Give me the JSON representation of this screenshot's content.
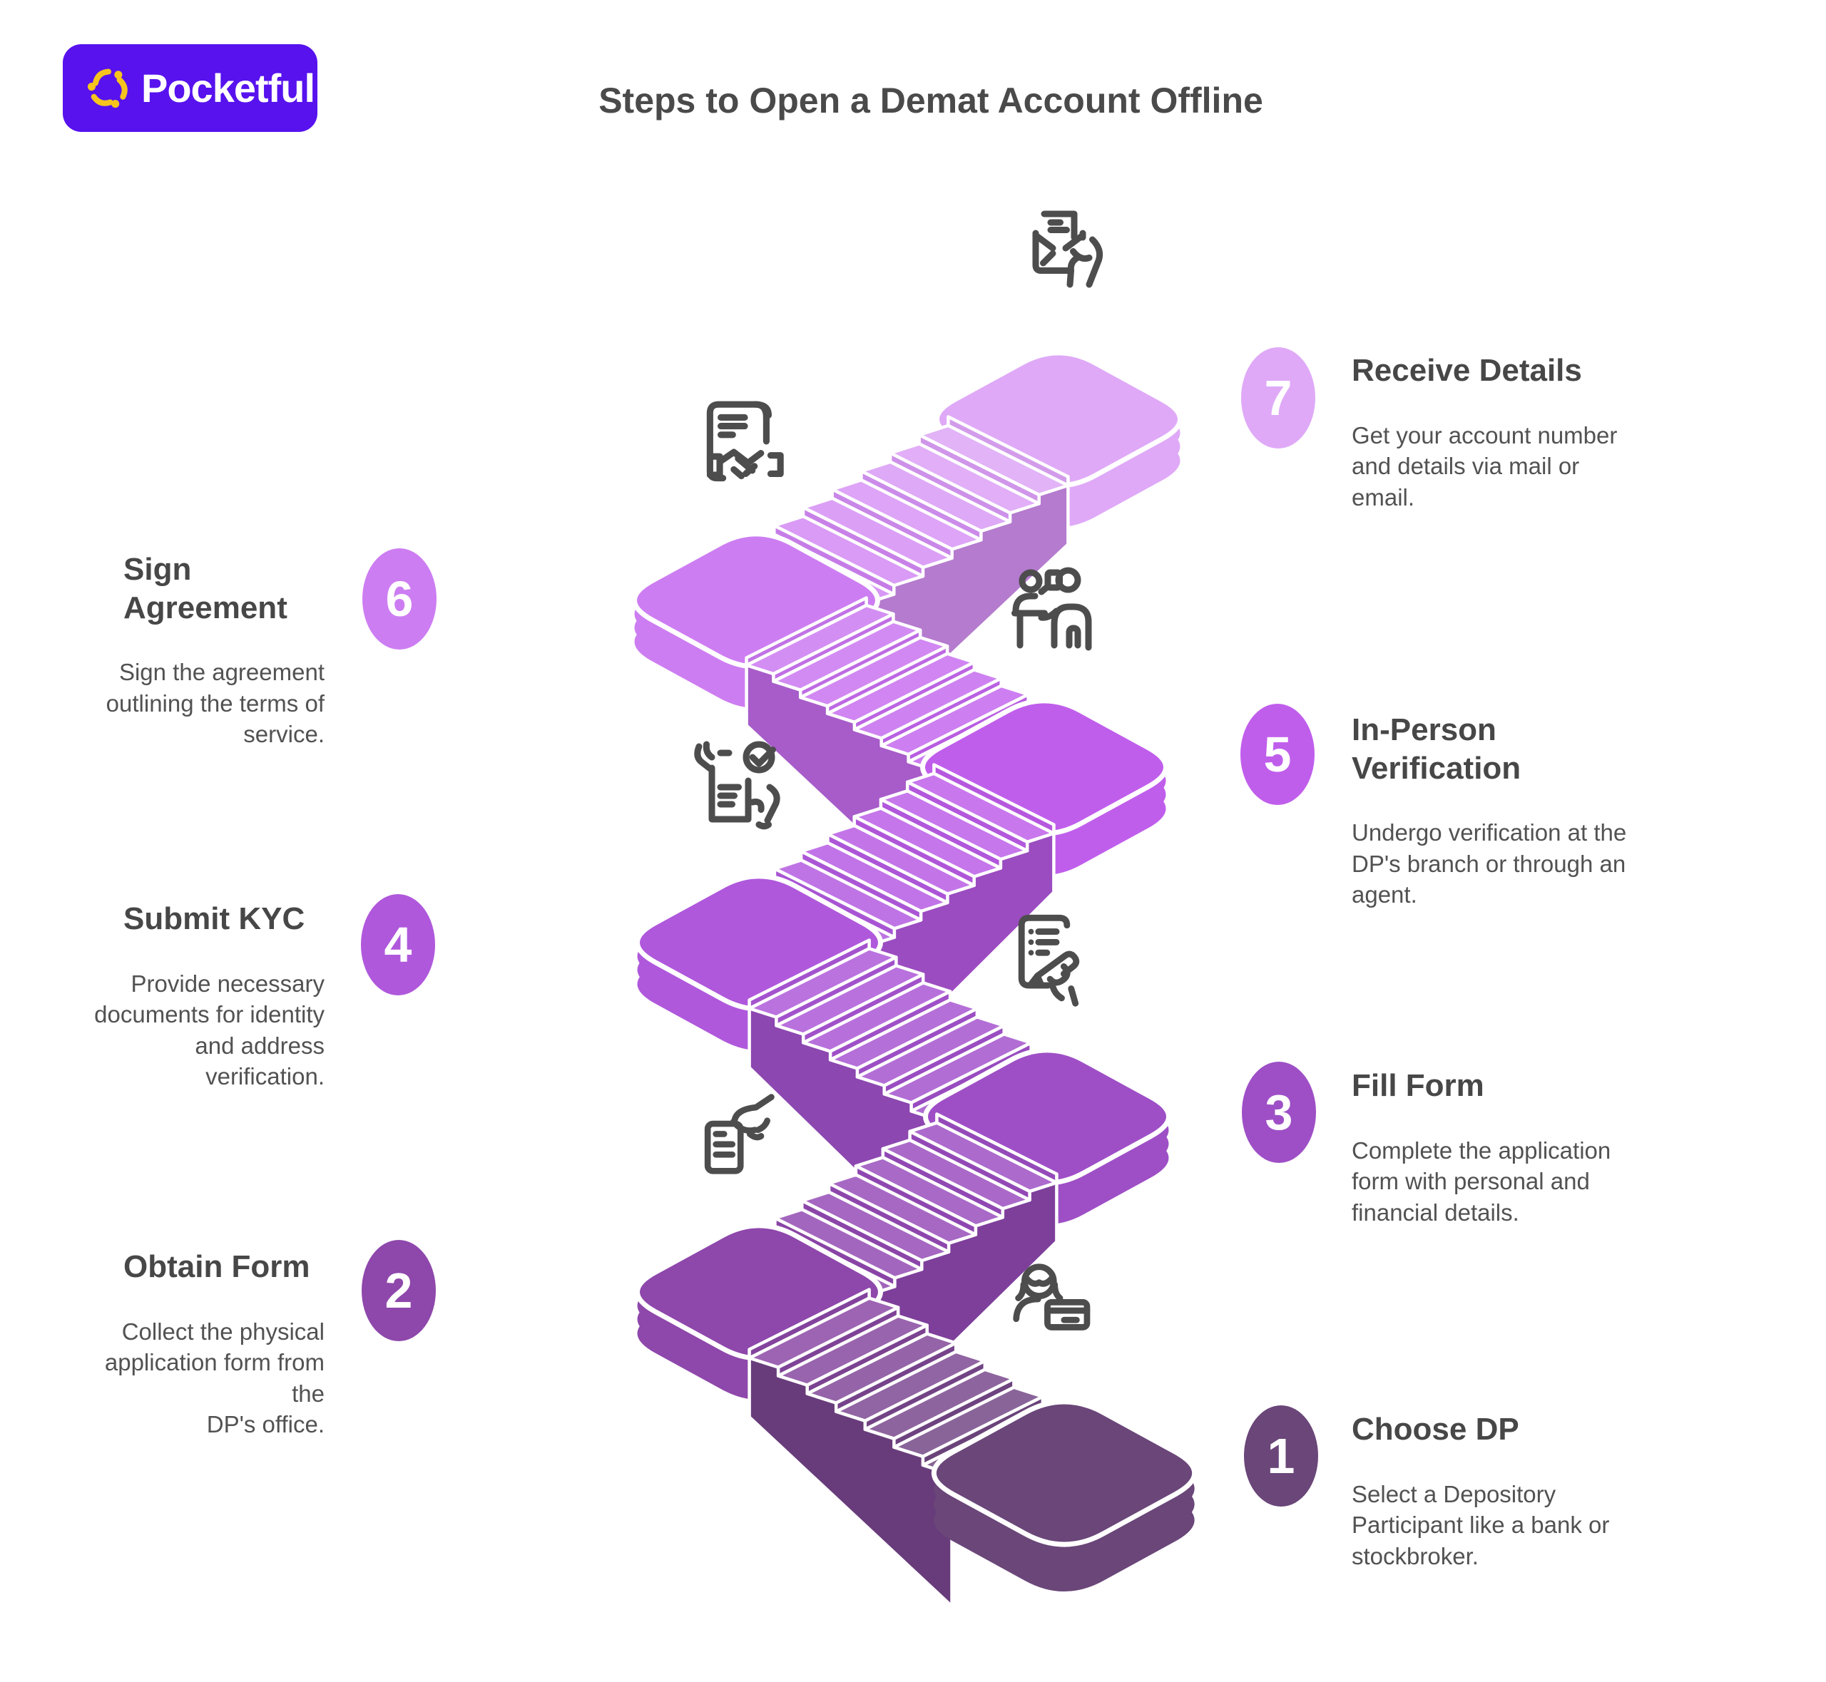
{
  "logo": {
    "text": "Pocketful",
    "bg_color": "#5712ee",
    "icon_color": "#f6c41c",
    "icon": "pocketful-flower-icon"
  },
  "header": {
    "title": "Steps to Open a Demat Account Offline"
  },
  "colors": {
    "title_text": "#4a4a4a",
    "body_text": "#525252",
    "icon_stroke": "#4d4d4d"
  },
  "steps": [
    {
      "number": "1",
      "title": "Choose DP",
      "description": "Select a Depository\nParticipant like a bank or\nstockbroker.",
      "color": "#6a4679",
      "side": "right",
      "icon": "person-card-icon"
    },
    {
      "number": "2",
      "title": "Obtain Form",
      "description": "Collect the physical\napplication form from the\nDP's office.",
      "color": "#8e47ab",
      "side": "left",
      "icon": "hand-taking-form-icon"
    },
    {
      "number": "3",
      "title": "Fill Form",
      "description": "Complete the application\nform with personal and\nfinancial details.",
      "color": "#9e4fc6",
      "side": "right",
      "icon": "form-writing-icon"
    },
    {
      "number": "4",
      "title": "Submit KYC",
      "description": "Provide necessary\ndocuments for identity\nand address verification.",
      "color": "#af58dc",
      "side": "left",
      "icon": "kyc-documents-icon"
    },
    {
      "number": "5",
      "title": "In-Person\nVerification",
      "description": "Undergo verification at the\nDP's branch or through an\nagent.",
      "color": "#c05eec",
      "side": "right",
      "icon": "in-person-verification-icon"
    },
    {
      "number": "6",
      "title": "Sign Agreement",
      "description": "Sign the agreement\noutlining the terms of\nservice.",
      "color": "#cd7df2",
      "side": "left",
      "icon": "sign-agreement-icon"
    },
    {
      "number": "7",
      "title": "Receive Details",
      "description": "Get your account number\nand details via mail or\nemail.",
      "color": "#dfa9f7",
      "side": "right",
      "icon": "receive-mail-icon"
    }
  ]
}
